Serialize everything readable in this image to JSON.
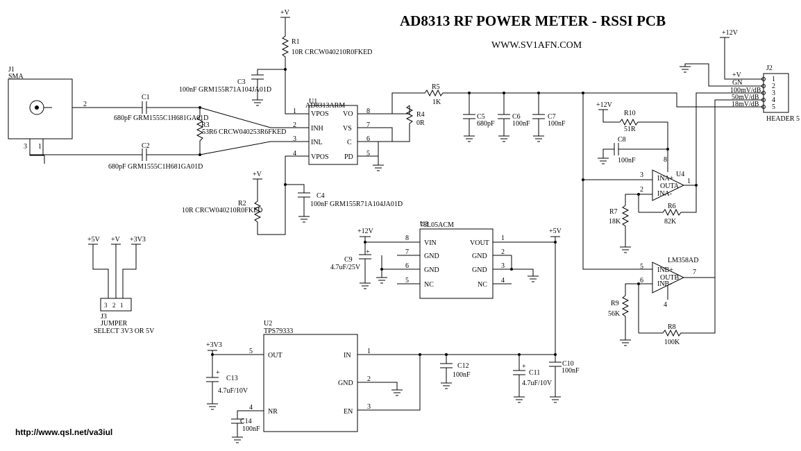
{
  "title": "AD8313 RF POWER METER  - RSSI PCB",
  "website": "WWW.SV1AFN.COM",
  "footer_url": "http://www.qsl.net/va3iul",
  "supplies": {
    "v_plus": "+V",
    "v12": "+12V",
    "v5": "+5V",
    "v3v3": "+3V3"
  },
  "components": {
    "j1": {
      "ref": "J1",
      "value": "SMA",
      "pins": [
        "2",
        "3",
        "1"
      ]
    },
    "c1": {
      "ref": "C1",
      "value": "680pF GRM1555C1H681GA01D"
    },
    "c2": {
      "ref": "C2",
      "value": "680pF GRM1555C1H681GA01D"
    },
    "r3": {
      "ref": "R3",
      "value": "53R6 CRCW040253R6FKED"
    },
    "r1": {
      "ref": "R1",
      "value": "10R CRCW040210R0FKED"
    },
    "c3": {
      "ref": "C3",
      "value": "100nF GRM155R71A104JA01D"
    },
    "r2": {
      "ref": "R2",
      "value": "10R CRCW040210R0FKED"
    },
    "c4": {
      "ref": "C4",
      "value": "100nF GRM155R71A104JA01D"
    },
    "u1": {
      "ref": "U1",
      "value": "AD8313ARM",
      "pins_left": [
        {
          "num": "1",
          "name": "VPOS"
        },
        {
          "num": "2",
          "name": "INH"
        },
        {
          "num": "3",
          "name": "INL"
        },
        {
          "num": "4",
          "name": "VPOS"
        }
      ],
      "pins_right": [
        {
          "num": "8",
          "name": "VO"
        },
        {
          "num": "7",
          "name": "VS"
        },
        {
          "num": "6",
          "name": "C"
        },
        {
          "num": "5",
          "name": "PD"
        }
      ]
    },
    "r4": {
      "ref": "R4",
      "value": "0R"
    },
    "r5": {
      "ref": "R5",
      "value": "1K"
    },
    "c5": {
      "ref": "C5",
      "value": "680pF"
    },
    "c6": {
      "ref": "C6",
      "value": "100nF"
    },
    "c7": {
      "ref": "C7",
      "value": "100nF"
    },
    "r10": {
      "ref": "R10",
      "value": "51R"
    },
    "c8": {
      "ref": "C8",
      "value": "100nF"
    },
    "u4": {
      "ref": "U4",
      "inp": "INA+",
      "inn": "INA-",
      "out": "OUTA",
      "pins": [
        "3",
        "2",
        "1",
        "8"
      ]
    },
    "r6": {
      "ref": "R6",
      "value": "82K"
    },
    "r7": {
      "ref": "R7",
      "value": "18K"
    },
    "lm358": {
      "ref": "LM358AD",
      "inp": "INB+",
      "inn": "INB-",
      "out": "OUTB",
      "pins": [
        "5",
        "6",
        "7",
        "4"
      ]
    },
    "r8": {
      "ref": "R8",
      "value": "100K"
    },
    "r9": {
      "ref": "R9",
      "value": "56K"
    },
    "j2": {
      "ref": "J2",
      "value": "HEADER 5",
      "pins": [
        "1",
        "2",
        "3",
        "4",
        "5"
      ],
      "signals": [
        "+V",
        "GN",
        "100mV/dB",
        "50mV/dB",
        "18mV/dB"
      ]
    },
    "u3": {
      "ref": "U3",
      "value": "78L05ACM",
      "pins_left": [
        {
          "num": "8",
          "name": "VIN"
        },
        {
          "num": "7",
          "name": "GND"
        },
        {
          "num": "6",
          "name": "GND"
        },
        {
          "num": "5",
          "name": "NC"
        }
      ],
      "pins_right": [
        {
          "num": "1",
          "name": "VOUT"
        },
        {
          "num": "2",
          "name": "GND"
        },
        {
          "num": "3",
          "name": "GND"
        },
        {
          "num": "4",
          "name": "NC"
        }
      ]
    },
    "c9": {
      "ref": "C9",
      "value": "4.7uF/25V",
      "polarity": "+"
    },
    "j3": {
      "ref": "J3",
      "value": "JUMPER",
      "note": "SELECT 3V3 OR 5V",
      "pins": [
        "3",
        "2",
        "1"
      ]
    },
    "u2": {
      "ref": "U2",
      "value": "TPS79333",
      "pins_left": [
        {
          "num": "5",
          "name": "OUT"
        },
        {
          "num": "4",
          "name": "NR"
        }
      ],
      "pins_right": [
        {
          "num": "1",
          "name": "IN"
        },
        {
          "num": "2",
          "name": "GND"
        },
        {
          "num": "3",
          "name": "EN"
        }
      ]
    },
    "c13": {
      "ref": "C13",
      "value": "4.7uF/10V",
      "polarity": "+"
    },
    "c14": {
      "ref": "C14",
      "value": "100nF"
    },
    "c12": {
      "ref": "C12",
      "value": "100nF"
    },
    "c11": {
      "ref": "C11",
      "value": "4.7uF/10V",
      "polarity": "+"
    },
    "c10": {
      "ref": "C10",
      "value": "100nF"
    }
  }
}
